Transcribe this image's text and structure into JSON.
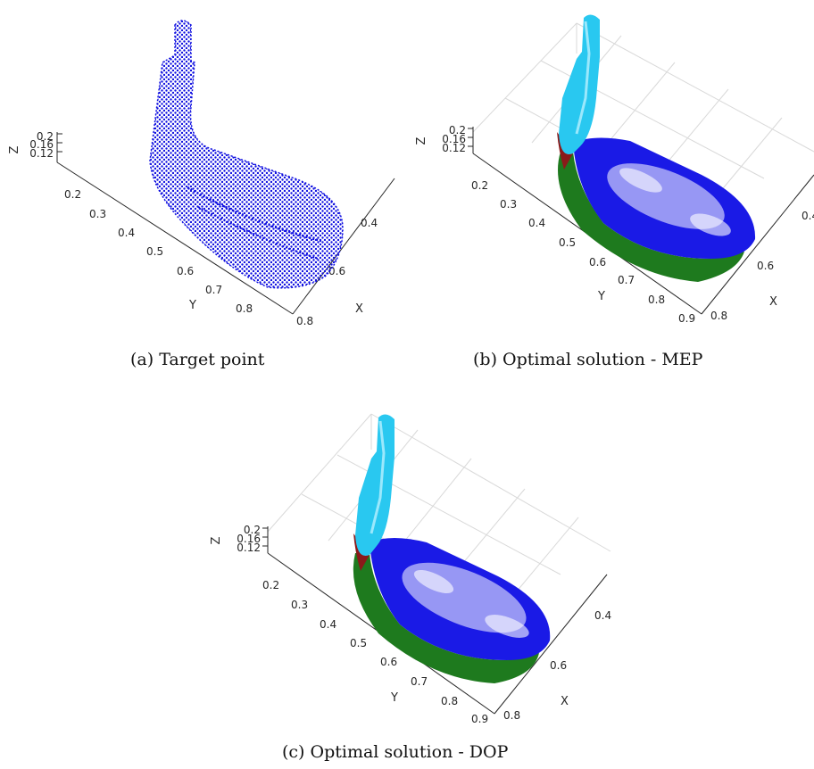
{
  "figure": {
    "panels": [
      {
        "id": "a",
        "caption": "(a) Target point",
        "z_label": "Z",
        "z_ticks": [
          "0.2",
          "0.16",
          "0.12"
        ],
        "y_label": "Y",
        "y_ticks": [
          "0.2",
          "0.3",
          "0.4",
          "0.5",
          "0.6",
          "0.7",
          "0.8"
        ],
        "x_label": "X",
        "x_ticks": [
          "0.4",
          "0.6",
          "0.8"
        ]
      },
      {
        "id": "b",
        "caption": "(b) Optimal solution - MEP",
        "z_label": "Z",
        "z_ticks": [
          "0.2",
          "0.16",
          "0.12"
        ],
        "y_label": "Y",
        "y_ticks": [
          "0.2",
          "0.3",
          "0.4",
          "0.5",
          "0.6",
          "0.7",
          "0.8",
          "0.9"
        ],
        "x_label": "X",
        "x_ticks": [
          "0.4",
          "0.6",
          "0.8"
        ]
      },
      {
        "id": "c",
        "caption": "(c) Optimal solution - DOP",
        "z_label": "Z",
        "z_ticks": [
          "0.2",
          "0.16",
          "0.12"
        ],
        "y_label": "Y",
        "y_ticks": [
          "0.2",
          "0.3",
          "0.4",
          "0.5",
          "0.6",
          "0.7",
          "0.8",
          "0.9"
        ],
        "x_label": "X",
        "x_ticks": [
          "0.4",
          "0.6",
          "0.8"
        ]
      }
    ],
    "colors": {
      "points": "#1010e0",
      "shaft": "#29c8f0",
      "face": "#1a1ae6",
      "sole": "#1e7a1e",
      "heel": "#8a1a1a",
      "axis": "#262626",
      "grid": "#d9d9d9"
    }
  }
}
